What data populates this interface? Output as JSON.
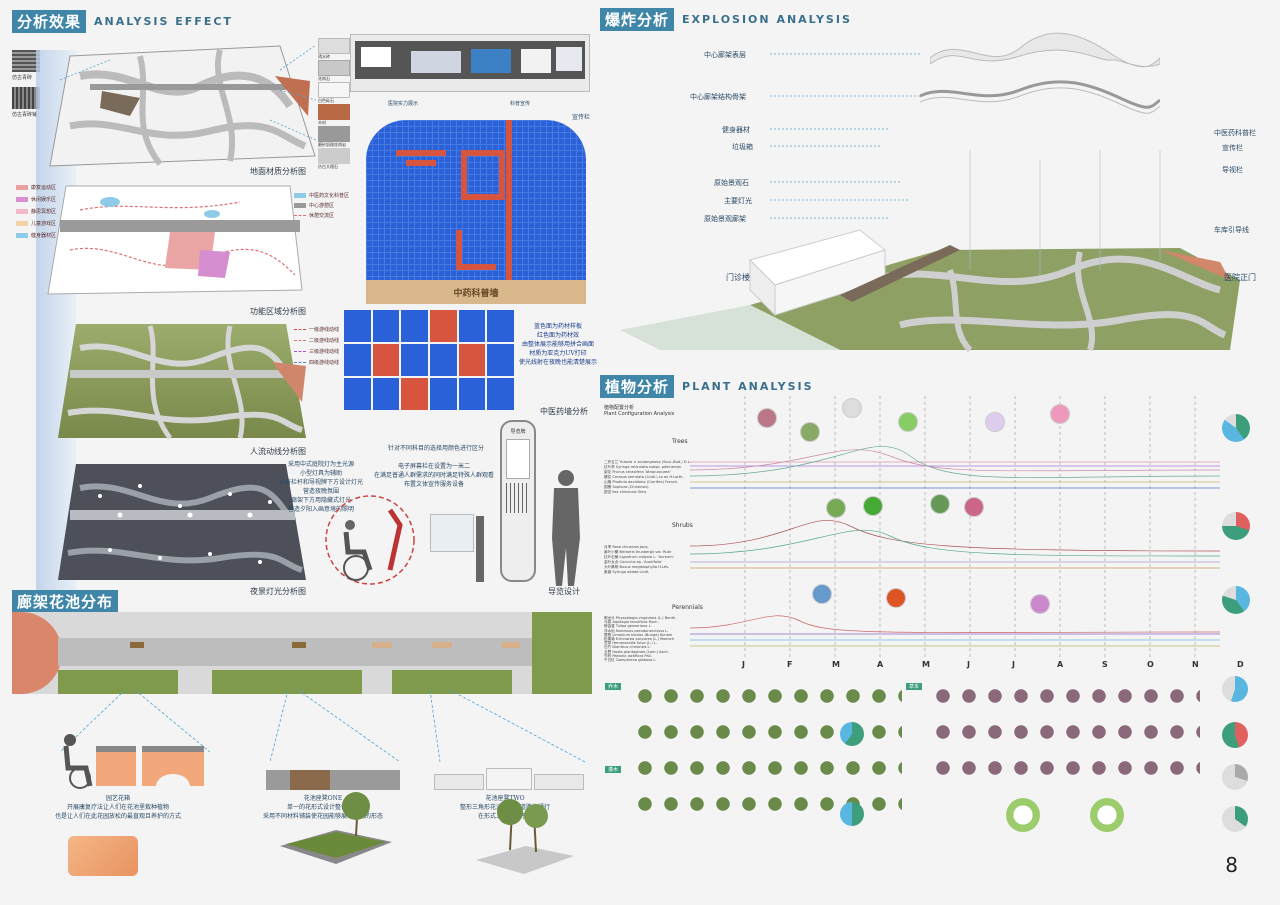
{
  "sections": {
    "analysis": {
      "cn": "分析效果",
      "en": "ANALYSIS EFFECT"
    },
    "explosion": {
      "cn": "爆炸分析",
      "en": "EXPLOSION ANALYSIS"
    },
    "plant": {
      "cn": "植物分析",
      "en": "PLANT ANALYSIS"
    },
    "corridor": {
      "cn": "廊架花池分布"
    }
  },
  "analysis": {
    "material_tiles": [
      "仿古青砖",
      "仿古青砖铺"
    ],
    "material_right": [
      "透水砖",
      "花岗石",
      "白色砾石",
      "木材",
      "磨砂肌理花岗岩",
      "仿古大理石"
    ],
    "cap_material": "地面材质分析图",
    "cap_function": "功能区域分析图",
    "cap_flow": "人流动线分析图",
    "cap_night": "夜景灯光分析图",
    "function_legend": [
      "康复运动区",
      "休闲娱乐区",
      "静思冥想区",
      "儿童游戏区",
      "健身器材区"
    ],
    "function_legend_colors": [
      "#e8a0a0",
      "#d98fd0",
      "#f2b8c6",
      "#f4d2a8",
      "#8ecbe8"
    ],
    "function_legend_right": [
      "中医药文化科普区",
      "中心游憩区",
      "休憩交流区"
    ],
    "flow_legend": [
      "一级游线动线",
      "二级游线动线",
      "三级游线动线",
      "四级游线动线"
    ],
    "night_note": "采用中式庭院灯为主光源\n小型灯具为辅助\n沿着栏杆和导视牌下方设计灯光\n营造夜晚氛围\n廊架下方用隐藏式灯光\n营造夕阳入画意境的照明",
    "display_labels": [
      "医院实力展示",
      "科普宣传",
      "宣传栏"
    ],
    "tcm_wall_title": "中药科普墙",
    "tcm_note": "蓝色面为药材样板\n红色面为药材效\n由整体展示能够用拼合画面\n材质为亚克力UV打印\n使光线射在夜晚也能清楚展示",
    "cap_tcm": "中医药墙分析",
    "signage_note1": "针对不同科目的选择用颜色进行区分",
    "signage_note2": "电子屏幕栏在设置为一米二\n在满足普通人群需求的同时满足特殊人群观看\n布置文体宣传服务设备",
    "cap_signage": "导览设计",
    "sign_title": "导览牌"
  },
  "explosion": {
    "left_labels": [
      "中心廊架表层",
      "中心廊架结构骨架",
      "健身器材",
      "垃圾箱",
      "原始景观石",
      "主要灯光",
      "原始景观廊架"
    ],
    "right_labels": [
      "中医药科普栏",
      "宣传栏",
      "导视栏",
      "车库引导线"
    ],
    "entrance_left": "门诊楼",
    "entrance_right": "医院正门"
  },
  "plant": {
    "chart_title_cn": "植物配置分析",
    "chart_title_en": "Plant Configuration Analysis",
    "groups": [
      "Trees",
      "Shrubs",
      "Perennials"
    ],
    "trees_list": [
      "二乔玉兰 Yulania × soulangeana (Soul.-Bod.) D.L.",
      "红叶李 Syringa reticulata subsp. pekinensis",
      "梨花 Prunus cerasifera 'Atropurpurea'",
      "樱花 Cerasus serrulata (Lindl.) Lo ex H.Lorth.",
      "山楂 Photinia davidiana (Carrière) Franch.",
      "国槐 Sophora (Chinensis)",
      "银杏 Ilex chinensis Sims"
    ],
    "shrubs_list": [
      "月季 Rosa chinensis Jacq.",
      "紫叶小檗 Berberis thunbergii var. Rubr",
      "红叶石楠 Ligustrum vulgare L. 'Aureum'",
      "金叶女贞 Cocculus sp. 'Aurelfolia'",
      "大叶黄杨 Buxus megistophylla H.Lév.",
      "紫薇 Syringa oblata Lindl."
    ],
    "perennials_list": [
      "假龙头 Physostegia virginiana (L.) Benth.",
      "马蔺 Aquilegia tenuiflora Fisch.",
      "郁金香 Tulipa gesneriana L.",
      "洋水仙 Narcissus pseudonarcissus L.",
      "蜀葵 Limonium bicolor (Bunge) Kuntze",
      "松果菊 Echinacea purpurea (L.) Moench",
      "萱草 Hemerocallis fulva (L.) L.",
      "石竹 Dianthus chinensis L.",
      "玉簪 Hosta plantaginea (Lam.) Asch.",
      "芍药 Paeonia lactiflora Pall.",
      "千日红 Gomphrena globosa L."
    ],
    "months": [
      "J",
      "F",
      "M",
      "A",
      "M",
      "J",
      "J",
      "A",
      "S",
      "O",
      "N",
      "D"
    ],
    "tag_trees": "乔木",
    "tag_shrubs": "灌木",
    "tag_herbs": "草本"
  },
  "corridor": {
    "bench_note": "园艺花箱\n开展康复疗法让人们在花池里栽种植物\n也是让人们在此花园放松的最直观且养护的方式",
    "planter_one": "花池座凳ONE\n单一的花形式设计整体统一\n采用不同材料铺装使花园能够展现不同的形态",
    "planter_two": "花池座凳TWO\n整形三角形花池满足了道路的通行\n在形式上与廊架呼应"
  },
  "page_number": "8"
}
